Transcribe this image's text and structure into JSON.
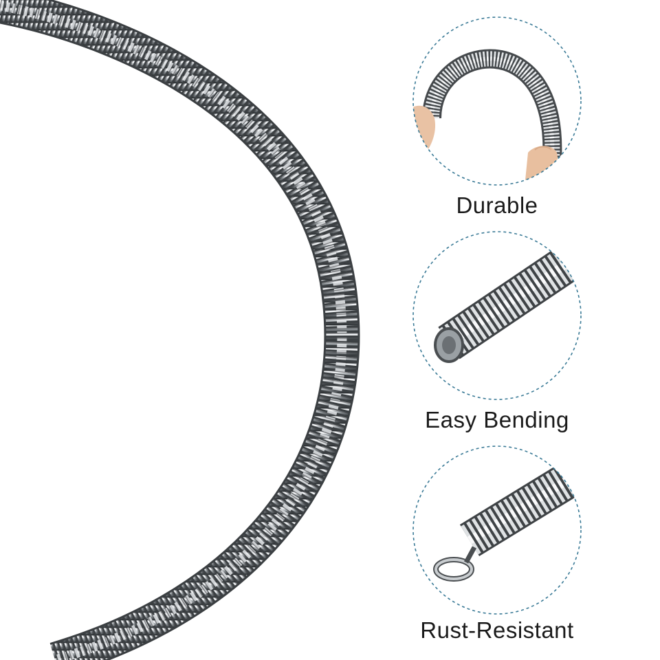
{
  "features": [
    {
      "label": "Durable",
      "image": "bent-spring-between-fingers"
    },
    {
      "label": "Easy Bending",
      "image": "spring-open-end-closeup"
    },
    {
      "label": "Rust-Resistant",
      "image": "spring-hook-end-closeup"
    }
  ],
  "colors": {
    "background": "#ffffff",
    "circle_border": "#3a7a96",
    "spring_dark": "#4f5458",
    "spring_light": "#e9ecee",
    "skin": "#e9c2a4",
    "label_text": "#1a1a1a"
  }
}
